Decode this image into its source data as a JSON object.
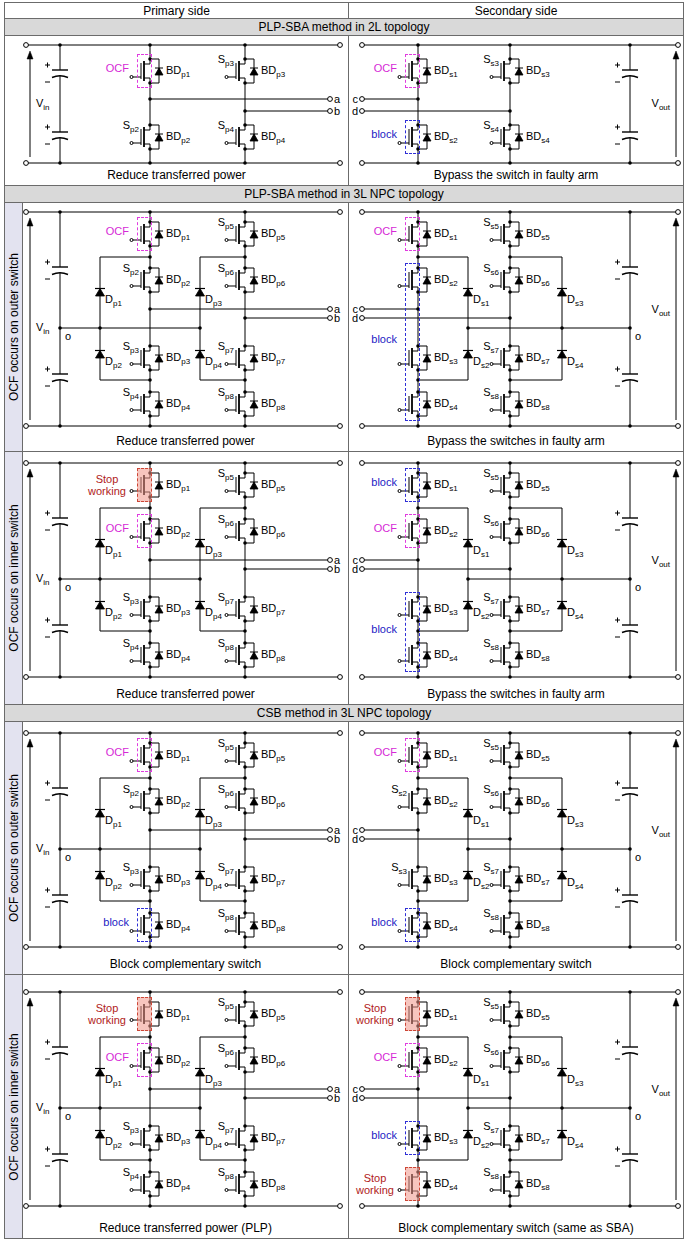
{
  "diagram": {
    "nodes": [
      {
        "text": [
          "Primary side"
        ]
      },
      {
        "text": [
          "Secondary side"
        ]
      },
      {
        "text": [
          "PLP-SBA method in 2L topology"
        ]
      },
      {
        "text": [
          "Reduce transferred power"
        ]
      },
      {
        "text": [
          "OCF"
        ],
        "in": 3
      },
      {
        "text": [
          "Bypass the switch in faulty arm"
        ]
      },
      {
        "text": [
          "OCF"
        ],
        "in": 5
      },
      {
        "text": [
          "block"
        ],
        "in": 5
      },
      {
        "text": [
          "PLP-SBA method in 3L NPC topology"
        ]
      },
      {
        "text": [
          "OCF occurs on outer switch"
        ]
      },
      {
        "text": [
          "Reduce transferred power"
        ]
      },
      {
        "text": [
          "OCF"
        ],
        "in": 10
      },
      {
        "text": [
          "Bypass the switches in faulty arm"
        ]
      },
      {
        "text": [
          "OCF"
        ],
        "in": 12
      },
      {
        "text": [
          "block"
        ],
        "in": 12
      },
      {
        "text": [
          "OCF occurs on inner switch"
        ]
      },
      {
        "text": [
          "Reduce transferred power"
        ]
      },
      {
        "text": [
          "Stop working"
        ],
        "in": 16
      },
      {
        "text": [
          "OCF"
        ],
        "in": 16
      },
      {
        "text": [
          "Bypass the switches in faulty arm"
        ]
      },
      {
        "text": [
          "block"
        ],
        "in": 19
      },
      {
        "text": [
          "OCF"
        ],
        "in": 19
      },
      {
        "text": [
          "block"
        ],
        "in": 19
      },
      {
        "text": [
          "CSB method in 3L NPC topology"
        ]
      },
      {
        "text": [
          "OCF occurs on outer switch"
        ]
      },
      {
        "text": [
          "Block complementary switch"
        ]
      },
      {
        "text": [
          "OCF"
        ],
        "in": 25
      },
      {
        "text": [
          "block"
        ],
        "in": 25
      },
      {
        "text": [
          "Block complementary switch"
        ]
      },
      {
        "text": [
          "OCF"
        ],
        "in": 28
      },
      {
        "text": [
          "block"
        ],
        "in": 28
      },
      {
        "text": [
          "OCF occurs on inner switch"
        ]
      },
      {
        "text": [
          "Reduce transferred power (PLP)"
        ]
      },
      {
        "text": [
          "Stop working"
        ],
        "in": 32
      },
      {
        "text": [
          "OCF"
        ],
        "in": 32
      },
      {
        "text": [
          "Block complementary switch (same as SBA)"
        ]
      },
      {
        "text": [
          "Stop working"
        ],
        "in": 35
      },
      {
        "text": [
          "OCF"
        ],
        "in": 35
      },
      {
        "text": [
          "block"
        ],
        "in": 35
      },
      {
        "text": [
          "Stop working"
        ],
        "in": 35
      }
    ],
    "labels": [
      "Vin",
      "BDp1",
      "Sp3",
      "BDp3",
      "a",
      "b",
      "Sp2",
      "BDp2",
      "Sp4",
      "BDp4",
      "BDs1",
      "Ss3",
      "BDs3",
      "c",
      "Vout",
      "d",
      "BDs2",
      "Ss4",
      "BDs4",
      "BDp1",
      "Sp2",
      "BDp2",
      "Dp1",
      "Vin",
      "o",
      "Dp2",
      "Sp3",
      "BDp3",
      "Sp4",
      "BDp4",
      "Sp5",
      "BDp5",
      "Sp6",
      "BDp6",
      "Dp3",
      "Sp7",
      "BDp7",
      "Dp4",
      "Sp8",
      "BDp8",
      "a",
      "b",
      "BDs1",
      "BDs2",
      "Ds1",
      "c",
      "d",
      "BDs3",
      "Ds2",
      "BDs4",
      "Ss5",
      "BDs5",
      "Ss6",
      "BDs6",
      "Ds3",
      "Ss7",
      "BDs7",
      "Ds4",
      "Ss8",
      "BDs8",
      "o",
      "Vout",
      "BDp1",
      "BDp2",
      "Dp1",
      "Vin",
      "o",
      "Dp2",
      "Sp3",
      "BDp3",
      "Sp4",
      "BDp4",
      "Sp5",
      "BDp5",
      "Sp6",
      "BDp6",
      "Dp3",
      "Sp7",
      "BDp7",
      "Dp4",
      "Sp8",
      "BDp8",
      "a",
      "b",
      "BDs1",
      "BDs2",
      "Ds1",
      "c",
      "d",
      "BDs3",
      "Ds2",
      "BDs4",
      "Ss5",
      "BDs5",
      "Ss6",
      "BDs6",
      "Ds3",
      "Ss7",
      "BDs7",
      "Ds4",
      "Ss8",
      "BDs8",
      "o",
      "Vout",
      "BDp1",
      "Sp2",
      "BDp2",
      "Dp1",
      "Vin",
      "o",
      "Dp2",
      "Sp3",
      "BDp3",
      "BDp4",
      "Sp5",
      "BDp5",
      "Sp6",
      "BDp6",
      "Dp3",
      "Sp7",
      "BDp7",
      "Dp4",
      "Sp8",
      "BDp8",
      "a",
      "b",
      "BDs1",
      "Ss2",
      "BDs2",
      "Ds1",
      "c",
      "d",
      "Ss3",
      "BDs3",
      "Ds2",
      "BDs4",
      "Ss5",
      "BDs5",
      "Ss6",
      "BDs6",
      "Ds3",
      "Ss7",
      "BDs7",
      "Ds4",
      "Ss8",
      "BDs8",
      "o",
      "Vout",
      "BDp1",
      "BDp2",
      "Dp1",
      "Vin",
      "o",
      "Dp2",
      "Sp3",
      "BDp3",
      "Sp4",
      "BDp4",
      "Sp5",
      "BDp5",
      "Sp6",
      "BDp6",
      "Dp3",
      "Sp7",
      "BDp7",
      "Dp4",
      "Sp8",
      "BDp8",
      "a",
      "b",
      "BDs1",
      "BDs2",
      "Ds1",
      "c",
      "d",
      "BDs3",
      "Ds2",
      "BDs4",
      "Ss5",
      "BDs5",
      "Ss6",
      "BDs6",
      "Ds3",
      "Ss7",
      "BDs7",
      "Ds4",
      "Ss8",
      "BDs8",
      "o",
      "Vout"
    ]
  }
}
